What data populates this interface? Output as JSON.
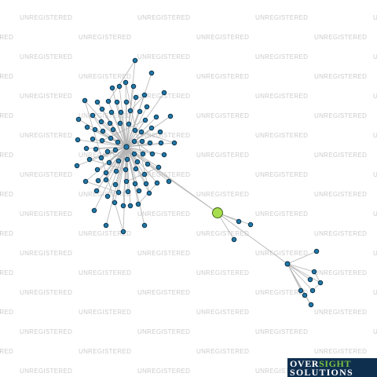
{
  "watermark": {
    "text": "UNREGISTERED"
  },
  "graph": {
    "colors": {
      "edge": "#b4b4b4",
      "node_fill": "#1f77a8",
      "node_stroke": "#0b2a3d",
      "center_fill": "#a6de4e",
      "center_stroke": "#3a5a10"
    },
    "groups": [
      {
        "id": "left-cluster",
        "node_count": 90
      },
      {
        "id": "center",
        "node_count": 1
      },
      {
        "id": "mid-small",
        "node_count": 3
      },
      {
        "id": "right-cluster",
        "node_count": 9
      }
    ]
  },
  "brand": {
    "line1_a": "OVER",
    "line1_b": "SIGHT",
    "line2": "SOLUTIONS"
  }
}
